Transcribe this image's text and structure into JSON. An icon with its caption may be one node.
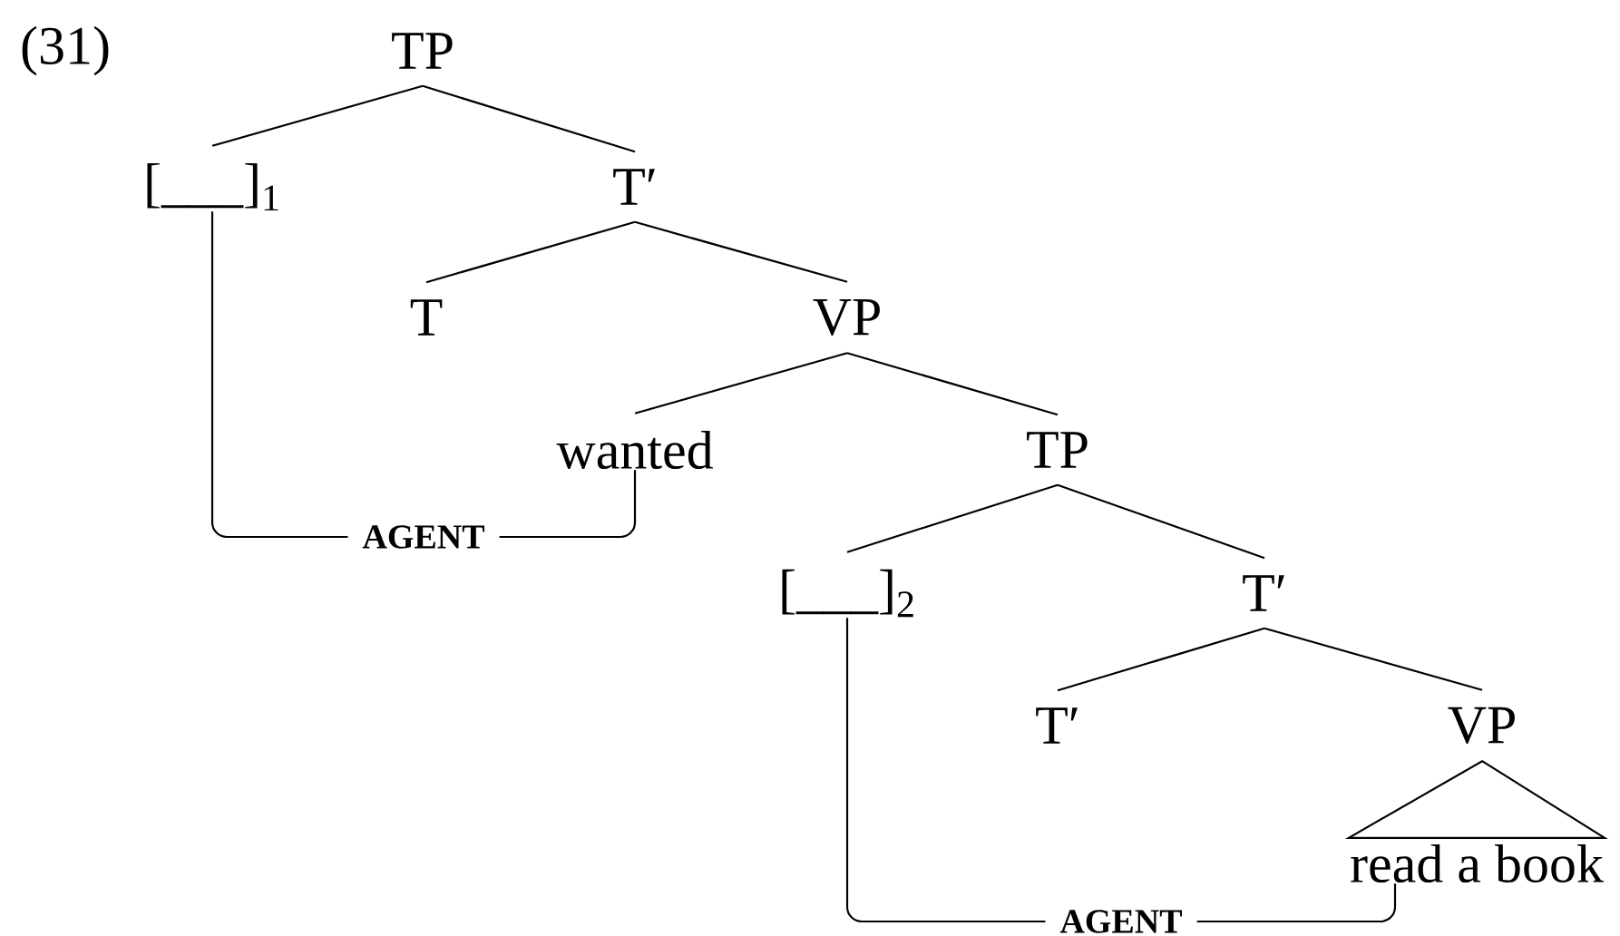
{
  "diagram": {
    "nodes": [
      {
        "text": [
          "TP"
        ]
      },
      {
        "text": [
          "[___]$_{1}$"
        ]
      },
      {
        "text": [
          "T′"
        ]
      },
      {
        "text": [
          "T"
        ]
      },
      {
        "text": [
          "VP"
        ]
      },
      {
        "text": [
          "wanted"
        ]
      },
      {
        "text": [
          "TP"
        ]
      },
      {
        "text": [
          "[___]$_{2}$"
        ]
      },
      {
        "text": [
          "T′"
        ]
      },
      {
        "text": [
          "T′"
        ]
      },
      {
        "text": [
          "VP"
        ]
      },
      {
        "text": [
          "read a book"
        ]
      }
    ],
    "edges": [
      {
        "from": 0,
        "to": 1,
        "arrow": "none"
      },
      {
        "from": 0,
        "to": 2,
        "arrow": "none"
      },
      {
        "from": 2,
        "to": 3,
        "arrow": "none"
      },
      {
        "from": 2,
        "to": 4,
        "arrow": "none"
      },
      {
        "from": 4,
        "to": 5,
        "arrow": "none"
      },
      {
        "from": 4,
        "to": 6,
        "arrow": "none"
      },
      {
        "from": 6,
        "to": 7,
        "arrow": "none"
      },
      {
        "from": 6,
        "to": 8,
        "arrow": "none"
      },
      {
        "from": 8,
        "to": 9,
        "arrow": "none"
      },
      {
        "from": 8,
        "to": 10,
        "arrow": "none"
      },
      {
        "from": 10,
        "to": 11,
        "arrow": "none"
      },
      {
        "from": 1,
        "to": 5,
        "arrow": "none",
        "label": "AGENT"
      },
      {
        "from": 7,
        "to": 11,
        "arrow": "none",
        "label": "AGENT"
      }
    ],
    "labels": [
      "(31)"
    ]
  }
}
